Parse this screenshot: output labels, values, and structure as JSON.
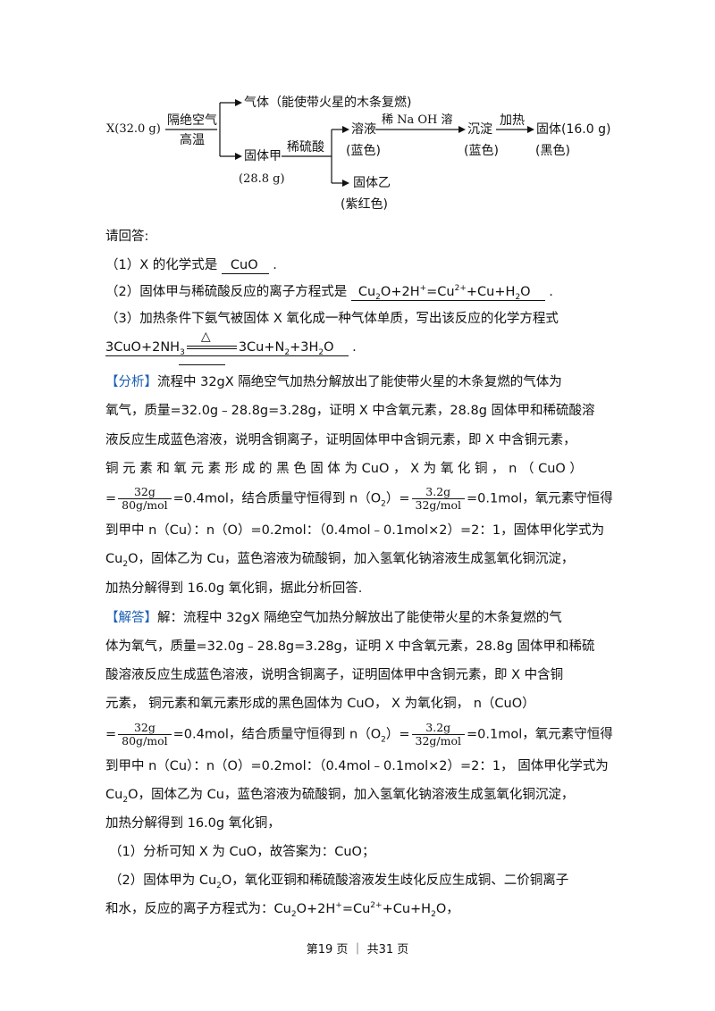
{
  "flow": {
    "x_start": "X(32.0 g)",
    "cond_top": "隔绝空气",
    "cond_bottom": "高温",
    "gas": "气体（能使带火星的木条复燃)",
    "solid_a": "固体甲",
    "solid_a_mass": "(28.8 g)",
    "acid": "稀硫酸",
    "solution": "溶液",
    "solution_color": "(蓝色)",
    "naoh": "稀 Na OH 溶",
    "precipitate": "沉淀",
    "precipitate_color": "(蓝色)",
    "heat": "加热",
    "solid_final": "固体(16.0 g)",
    "solid_final_color": "(黑色)",
    "solid_b": "固体乙",
    "solid_b_color": "(紫红色)"
  },
  "prompt": "请回答:",
  "q1": {
    "text": "（1）X 的化学式是",
    "answer": "CuO",
    "end": "."
  },
  "q2": {
    "text": "（2）固体甲与稀硫酸反应的离子方程式是",
    "end": "."
  },
  "q3": {
    "text": "（3）加热条件下氨气被固体 X 氧化成一种气体单质，写出该反应的化学方程式",
    "lhs": "3CuO+2NH",
    "sub3": "3",
    "delta": "△",
    "rhs_a": "3Cu+N",
    "rhs_b": "+3H",
    "rhs_c": "O",
    "sub2": "2",
    "end": "."
  },
  "analysis": {
    "tag": "【分析】",
    "l1": "流程中 32gX 隔绝空气加热分解放出了能使带火星的木条复燃的气体为",
    "l2": "氧气，质量=32.0g﹣28.8g=3.28g，证明 X 中含氧元素，28.8g 固体甲和稀硫酸溶",
    "l3": "液反应生成蓝色溶液，说明含铜离子，证明固体甲中含铜元素，即 X 中含铜元素，",
    "l4": "铜 元 素 和 氧 元 素 形 成 的 黑 色 固 体 为 CuO ， X 为 氧 化 铜 ， n （ CuO ）",
    "l5_pre": "=",
    "l5_num1": "32g",
    "l5_den1": "80g/mol",
    "l5_mid": "=0.4mol，结合质量守恒得到 n（O",
    "l5_mid2": "）=",
    "l5_num2": "3.2g",
    "l5_den2": "32g/mol",
    "l5_end": "=0.1mol，氧元素守恒得",
    "l6": "到甲中 n（Cu）：n（O）=0.2mol：（0.4mol﹣0.1mol×2）=2：1，固体甲化学式为",
    "l7a": "Cu",
    "l7b": "O，固体乙为 Cu，蓝色溶液为硫酸铜，加入氢氧化钠溶液生成氢氧化铜沉淀，",
    "l8": "加热分解得到 16.0g 氧化铜，据此分析回答."
  },
  "solution": {
    "tag": "【解答】",
    "l1": "解：流程中 32gX 隔绝空气加热分解放出了能使带火星的木条复燃的气",
    "l2": "体为氧气，质量=32.0g﹣28.8g=3.28g，证明 X 中含氧元素，28.8g 固体甲和稀硫",
    "l3": "酸溶液反应生成蓝色溶液，说明含铜离子，证明固体甲中含铜元素，即 X 中含铜",
    "l4": "元素， 铜元素和氧元素形成的黑色固体为 CuO， X 为氧化铜， n（CuO）",
    "l5_pre": "=",
    "l5_num1": "32g",
    "l5_den1": "80g/mol",
    "l5_mid": "=0.4mol，结合质量守恒得到 n（O",
    "l5_mid2": "）=",
    "l5_num2": "3.2g",
    "l5_den2": "32g/mol",
    "l5_end": "=0.1mol，氧元素守恒得",
    "l6": "到甲中 n（Cu）：n（O）=0.2mol：（0.4mol﹣0.1mol×2）=2：1， 固体甲化学式为",
    "l7a": "Cu",
    "l7b": "O，固体乙为 Cu，蓝色溶液为硫酸铜，加入氢氧化钠溶液生成氢氧化铜沉淀，",
    "l8": "加热分解得到 16.0g 氧化铜，",
    "s1": "（1）分析可知 X 为 CuO，故答案为：CuO；",
    "s2": "（2）固体甲为 Cu",
    "s2b": "O，氧化亚铜和稀硫酸溶液发生歧化反应生成铜、二价铜离子",
    "s3": "和水，反应的离子方程式为：Cu",
    "s3b": "O+2H",
    "s3c": "=Cu",
    "s3d": "+Cu+H",
    "s3e": "O，"
  },
  "eq_ion": {
    "cu": "Cu",
    "two": "2",
    "o_plus": "O+2H",
    "plus": "+",
    "eq_cu": "=Cu",
    "twoplus": "2+",
    "cu_h": "+Cu+H",
    "o": "O"
  },
  "footer": "第19 页 ｜ 共31 页"
}
